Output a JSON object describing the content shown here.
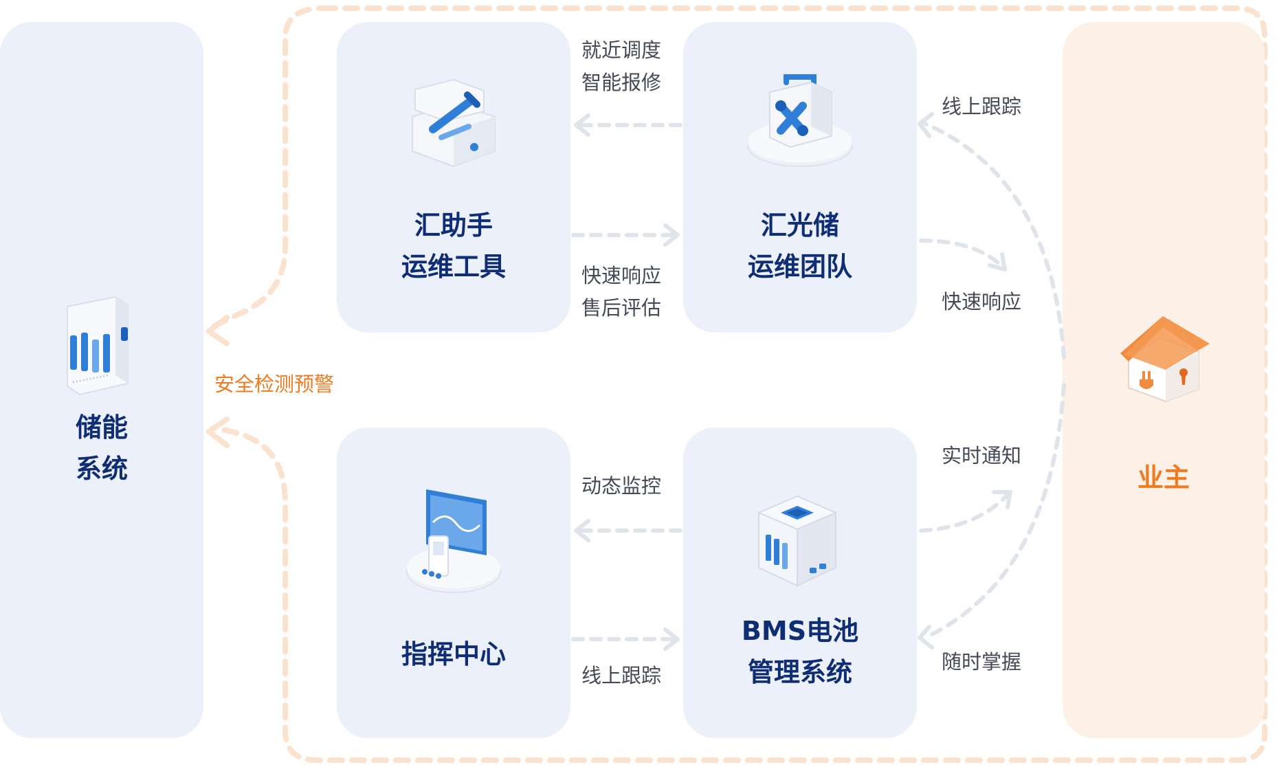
{
  "nodes": {
    "storage": {
      "line1": "储能",
      "line2": "系统"
    },
    "assistant": {
      "line1": "汇助手",
      "line2": "运维工具"
    },
    "team": {
      "line1": "汇光储",
      "line2": "运维团队"
    },
    "command": {
      "line1": "指挥中心"
    },
    "bms": {
      "line1": "BMS电池",
      "line2": "管理系统"
    },
    "owner": {
      "title": "业主"
    }
  },
  "edges": {
    "team_to_assistant": {
      "line1": "就近调度",
      "line2": "智能报修"
    },
    "assistant_to_team": {
      "line1": "快速响应",
      "line2": "售后评估"
    },
    "bms_to_command": {
      "line1": "动态监控"
    },
    "command_to_bms": {
      "line1": "线上跟踪"
    },
    "owner_to_team": {
      "line1": "线上跟踪"
    },
    "team_to_owner": {
      "line1": "快速响应"
    },
    "bms_to_owner": {
      "line1": "实时通知"
    },
    "owner_to_bms": {
      "line1": "随时掌握"
    },
    "loop_to_storage": {
      "line1": "安全检测预警"
    }
  },
  "icons": {
    "storage": "battery-cabinet-icon",
    "assistant": "toolbox-icon",
    "team": "repair-kit-icon",
    "command": "monitor-screen-icon",
    "bms": "bms-chip-cube-icon",
    "owner": "house-icon"
  },
  "colors": {
    "panel_blue": "#ebf0fb",
    "panel_peach": "#fdf1e7",
    "title_navy": "#0f2d72",
    "accent_orange": "#ee7a22",
    "icon_blue": "#2f7fd6",
    "arrow_gray": "#dfe3ea",
    "loop_peach": "#fbe2cf"
  }
}
